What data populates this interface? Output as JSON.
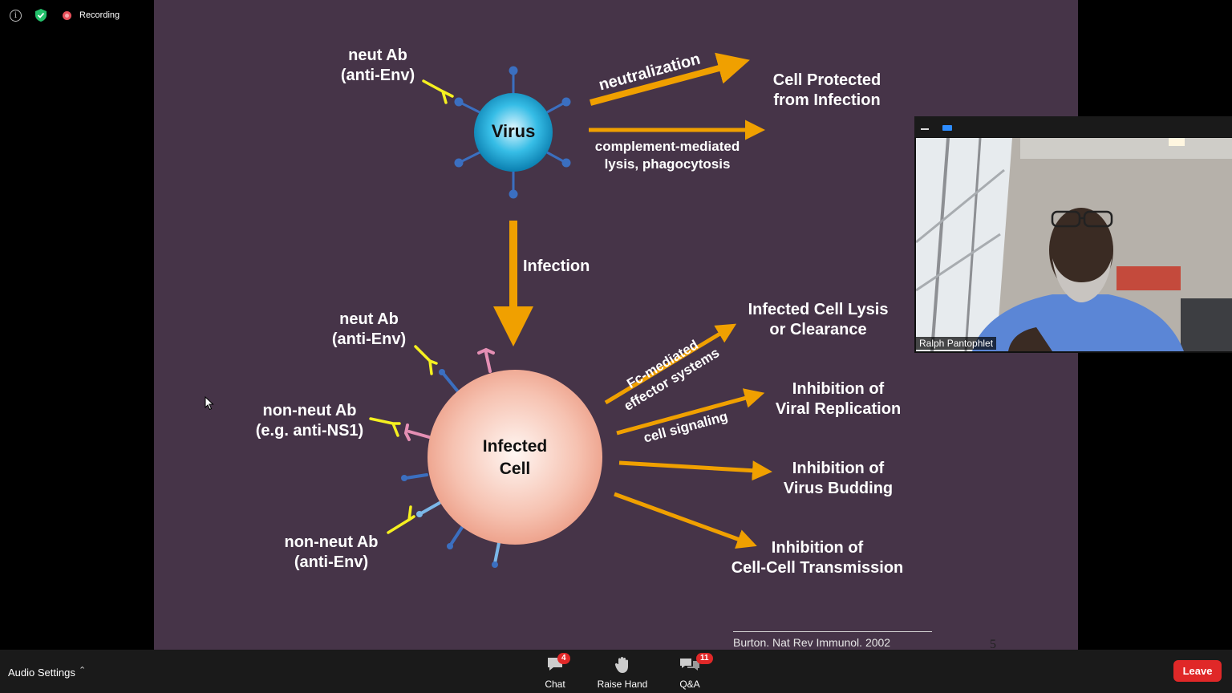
{
  "top_bar": {
    "recording_label": "Recording"
  },
  "slide": {
    "virus_label": "Virus",
    "neut_ab_top": [
      "neut Ab",
      "(anti-Env)"
    ],
    "neutralization": "neutralization",
    "cell_protected": [
      "Cell Protected",
      "from Infection"
    ],
    "complement": [
      "complement-mediated",
      "lysis, phagocytosis"
    ],
    "infection": "Infection",
    "infected_cell": [
      "Infected",
      "Cell"
    ],
    "neut_ab_cell": [
      "neut Ab",
      "(anti-Env)"
    ],
    "non_neut_ns1": [
      "non-neut Ab",
      "(e.g. anti-NS1)"
    ],
    "non_neut_env": [
      "non-neut Ab",
      "(anti-Env)"
    ],
    "fc_mediated": [
      "Fc-mediated",
      "effector systems"
    ],
    "cell_signaling": "cell signaling",
    "outcome_lysis": [
      "Infected Cell Lysis",
      "or Clearance"
    ],
    "outcome_replication": [
      "Inhibition of",
      "Viral Replication"
    ],
    "outcome_budding": [
      "Inhibition of",
      "Virus Budding"
    ],
    "outcome_transmission": [
      "Inhibition of",
      "Cell-Cell Transmission"
    ],
    "citation": "Burton. Nat Rev Immunol. 2002",
    "page_number": "5",
    "colors": {
      "background": "#463448",
      "arrow": "#f0a000",
      "antibody": "#f5f020",
      "virus": "#1aa8d4",
      "cell": "#f3b7a4",
      "spike": "#3b6fc0"
    }
  },
  "video": {
    "participant_name": "Ralph Pantophlet"
  },
  "bottom_bar": {
    "audio_settings": "Audio Settings",
    "chat_label": "Chat",
    "chat_badge": "4",
    "raise_hand_label": "Raise Hand",
    "qa_label": "Q&A",
    "qa_badge": "11",
    "leave_label": "Leave"
  }
}
